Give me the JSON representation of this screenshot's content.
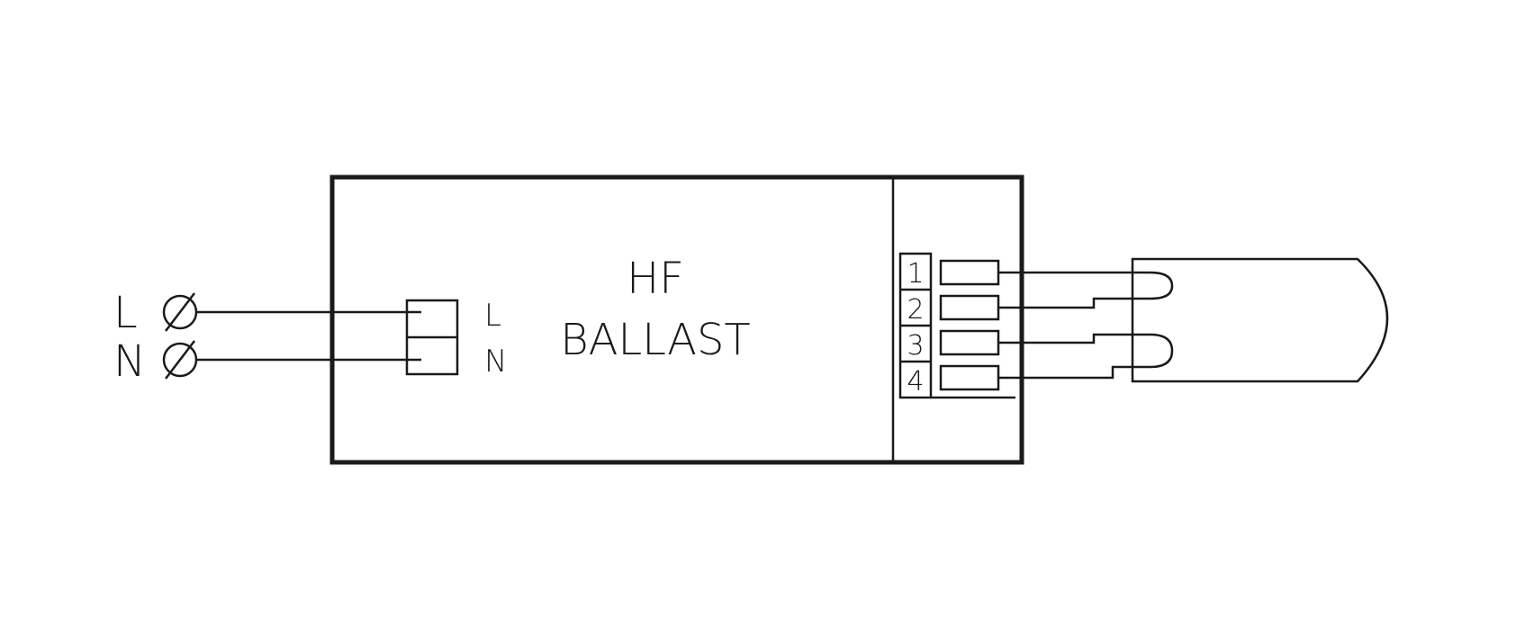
{
  "ballast": {
    "title_line1": "HF",
    "title_line2": "BALLAST"
  },
  "mains": {
    "line_label": "L",
    "neutral_label": "N",
    "terminal_symbol": "Ø"
  },
  "input_block": {
    "pin_l": "L",
    "pin_n": "N"
  },
  "output_terminals": [
    "1",
    "2",
    "3",
    "4"
  ]
}
